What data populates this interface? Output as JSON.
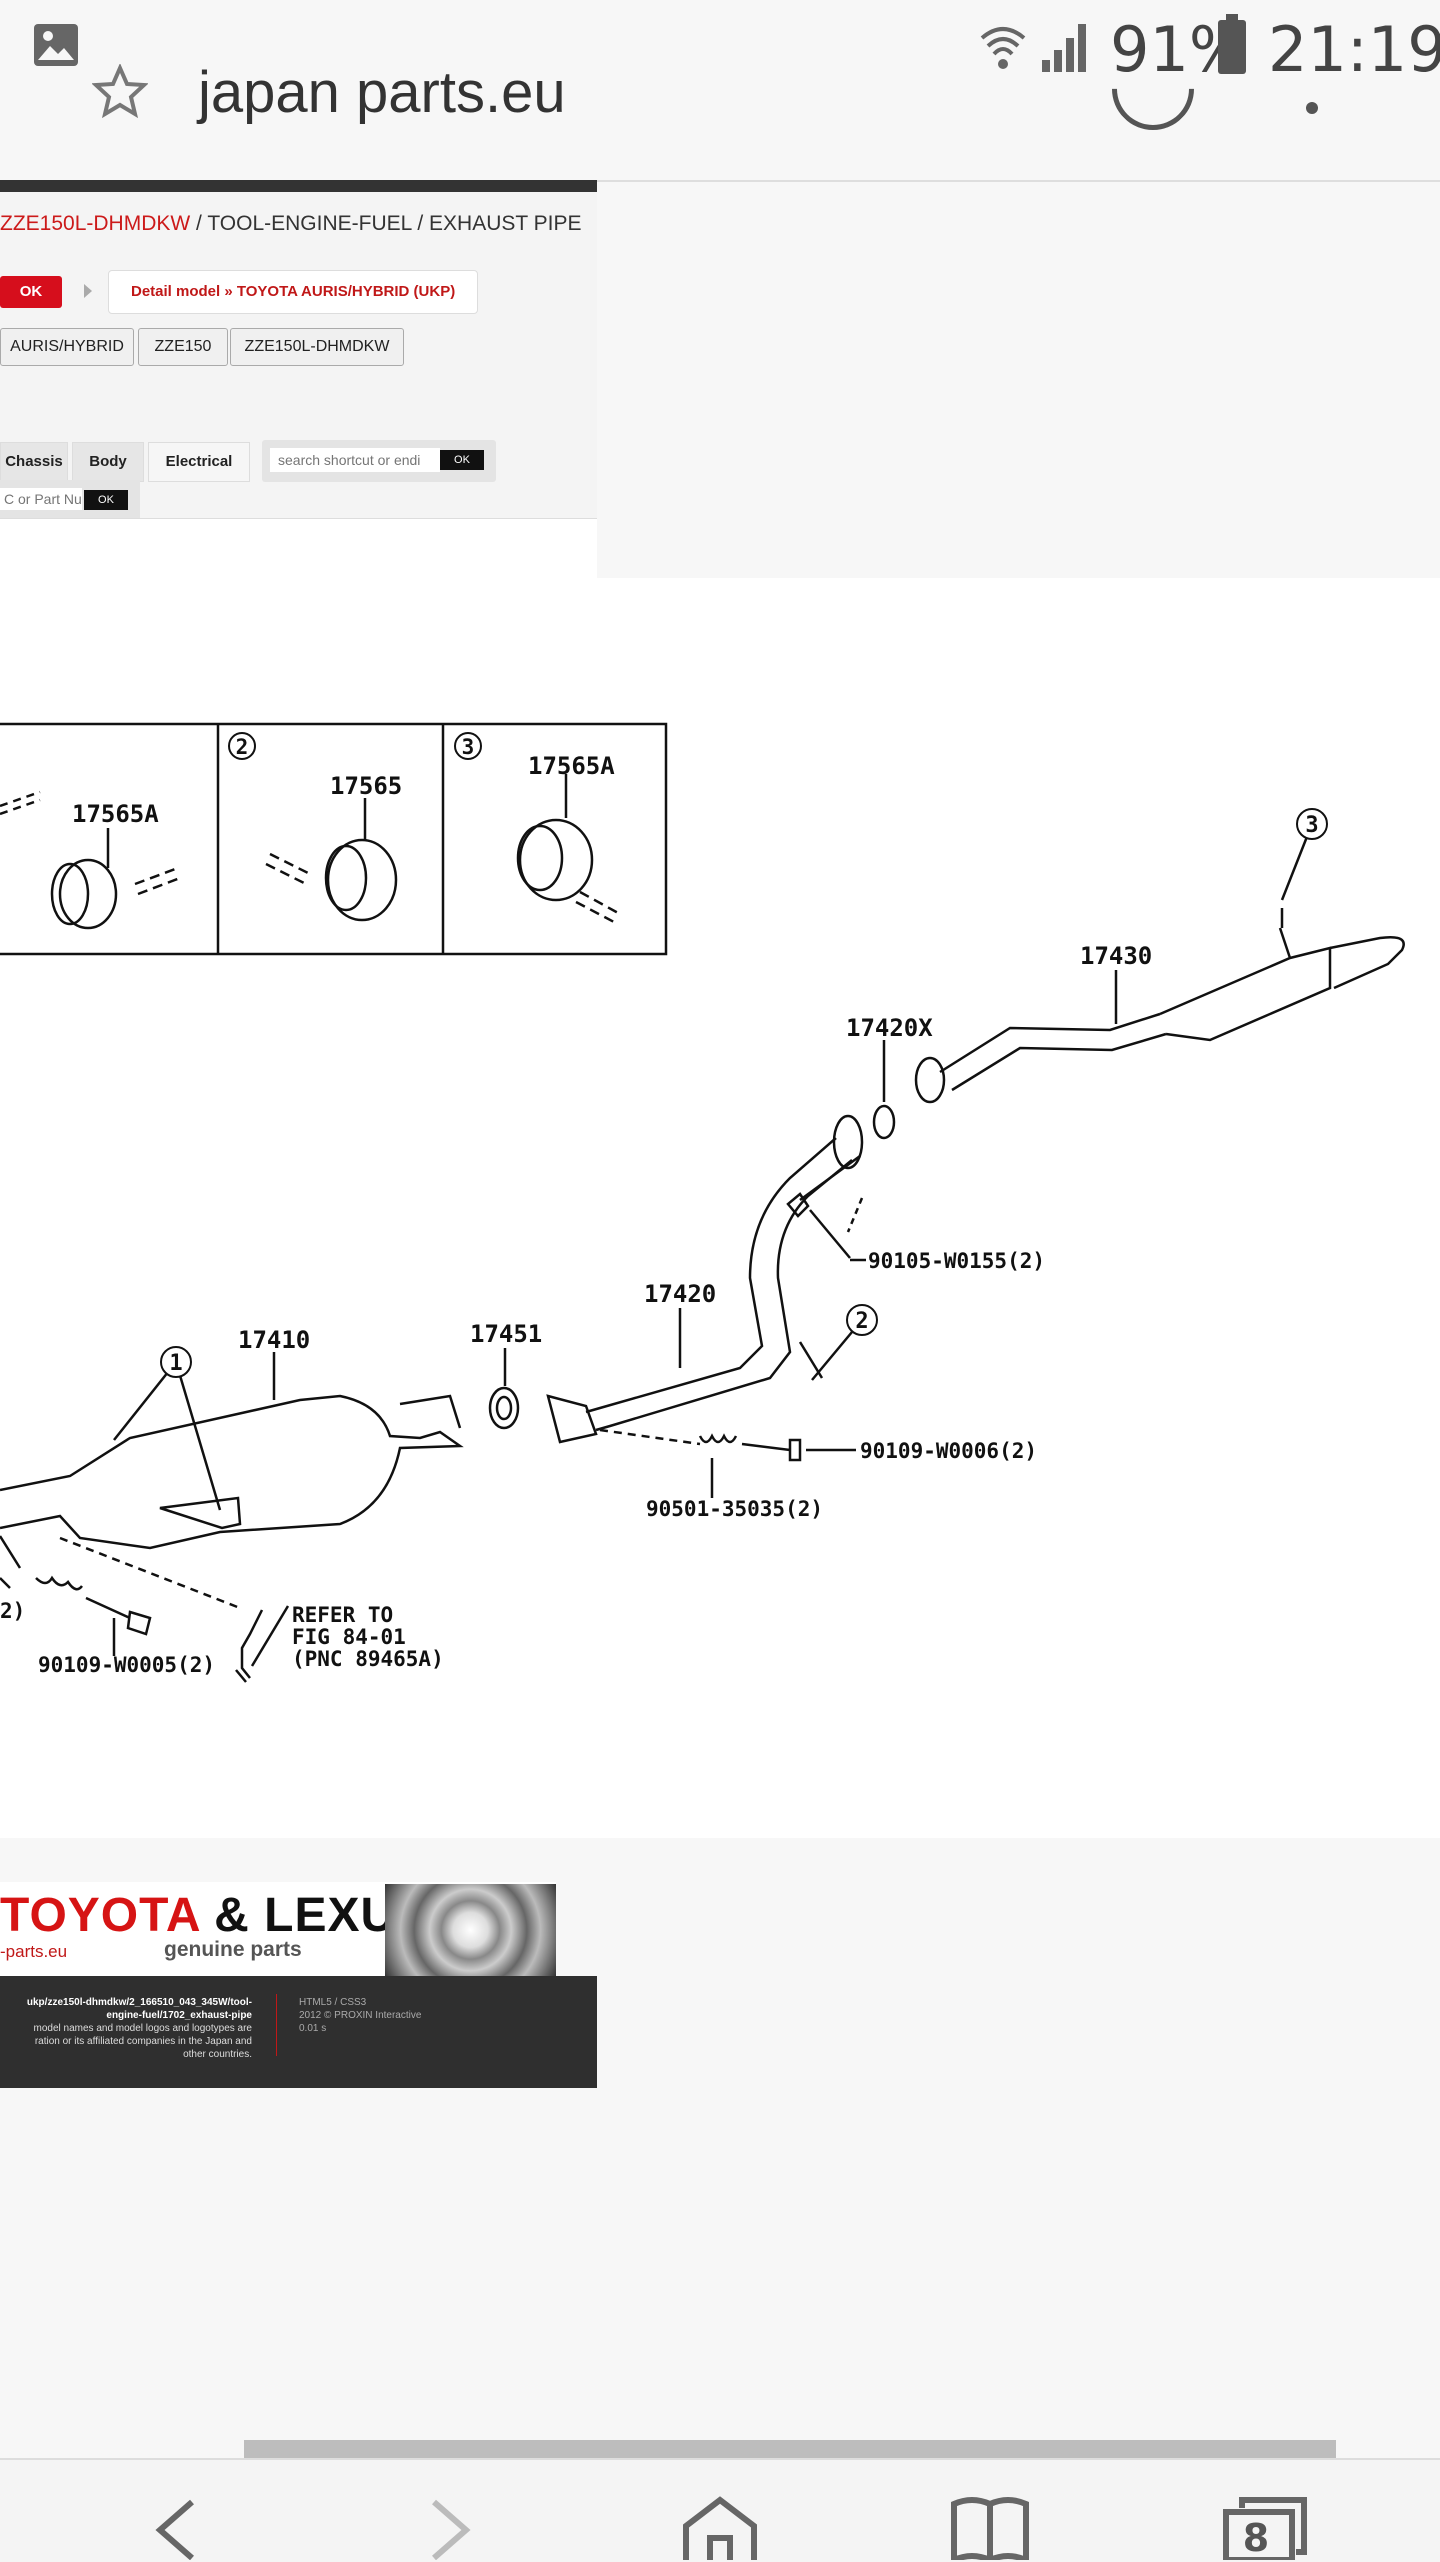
{
  "status_bar": {
    "battery": "91%",
    "time": "21:19",
    "icons": [
      "image-icon",
      "wifi-icon",
      "signal-icon",
      "battery-icon"
    ]
  },
  "browser": {
    "site_title": "japan parts.eu",
    "icons": [
      "bookmark-star-icon",
      "refresh-icon",
      "more-menu-icon"
    ]
  },
  "breadcrumb": {
    "model_link": "ZZE150L-DHMDKW",
    "rest": " / TOOL-ENGINE-FUEL / EXHAUST PIPE"
  },
  "toolbar": {
    "ok": "OK",
    "detail_model": "Detail model » TOYOTA AURIS/HYBRID (UKP)"
  },
  "model_chips": [
    "AURIS/HYBRID",
    "ZZE150",
    "ZZE150L-DHMDKW"
  ],
  "tabs": [
    "Chassis",
    "Body",
    "Electrical"
  ],
  "search": {
    "placeholder": "search shortcut or endi",
    "ok": "OK"
  },
  "pnc_search": {
    "placeholder": "C or Part Nun",
    "ok": "OK"
  },
  "diagram": {
    "inset_labels": [
      "17565A",
      "17565",
      "17565A"
    ],
    "inset_numbers": [
      "2",
      "3"
    ],
    "callouts": [
      "1",
      "2",
      "3"
    ],
    "parts": {
      "p17430": "17430",
      "p17420X": "17420X",
      "p90105": "90105-W0155(2)",
      "p17420": "17420",
      "p17451": "17451",
      "p17410": "17410",
      "p90109a": "90109-W0006(2)",
      "p90501": "90501-35035(2)",
      "p90109b": "90109-W0005(2)",
      "left_2": "2)",
      "refer1": "REFER TO",
      "refer2": "FIG 84-01",
      "refer3": "(PNC 89465A)"
    }
  },
  "footer": {
    "brand_red": "TOYOTA",
    "brand_black": " & LEXUS",
    "site": "-parts.eu",
    "genuine": "genuine parts",
    "url_line1": "ukp/zze150l-dhmdkw/2_166510_043_345W/tool-",
    "url_line2": "engine-fuel/1702_exhaust-pipe",
    "legal_line1": "model names and model logos and logotypes are",
    "legal_line2": "ration or its affiliated companies in the Japan and",
    "legal_line3": "other countries.",
    "tech_line1": "HTML5 / CSS3",
    "tech_line2": "2012 © PROXIN Interactive",
    "tech_line3": "0.01 s"
  },
  "nav": {
    "tabs_count": "8",
    "icons": [
      "back-icon",
      "forward-icon",
      "home-icon",
      "bookmarks-icon",
      "tabs-icon"
    ]
  }
}
